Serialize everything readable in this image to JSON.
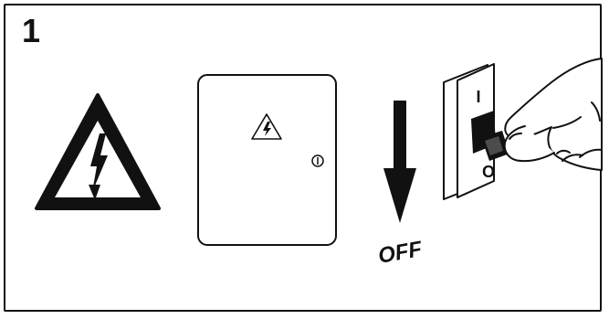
{
  "step": {
    "number": "1"
  },
  "switch": {
    "on_label": "I",
    "off_label": "O"
  },
  "arrow": {
    "label": "OFF"
  },
  "colors": {
    "ink": "#111111",
    "paper": "#ffffff"
  },
  "icons": [
    "high-voltage-warning-icon",
    "electrical-panel-icon",
    "down-arrow-icon",
    "wall-switch-icon",
    "hand-icon"
  ]
}
